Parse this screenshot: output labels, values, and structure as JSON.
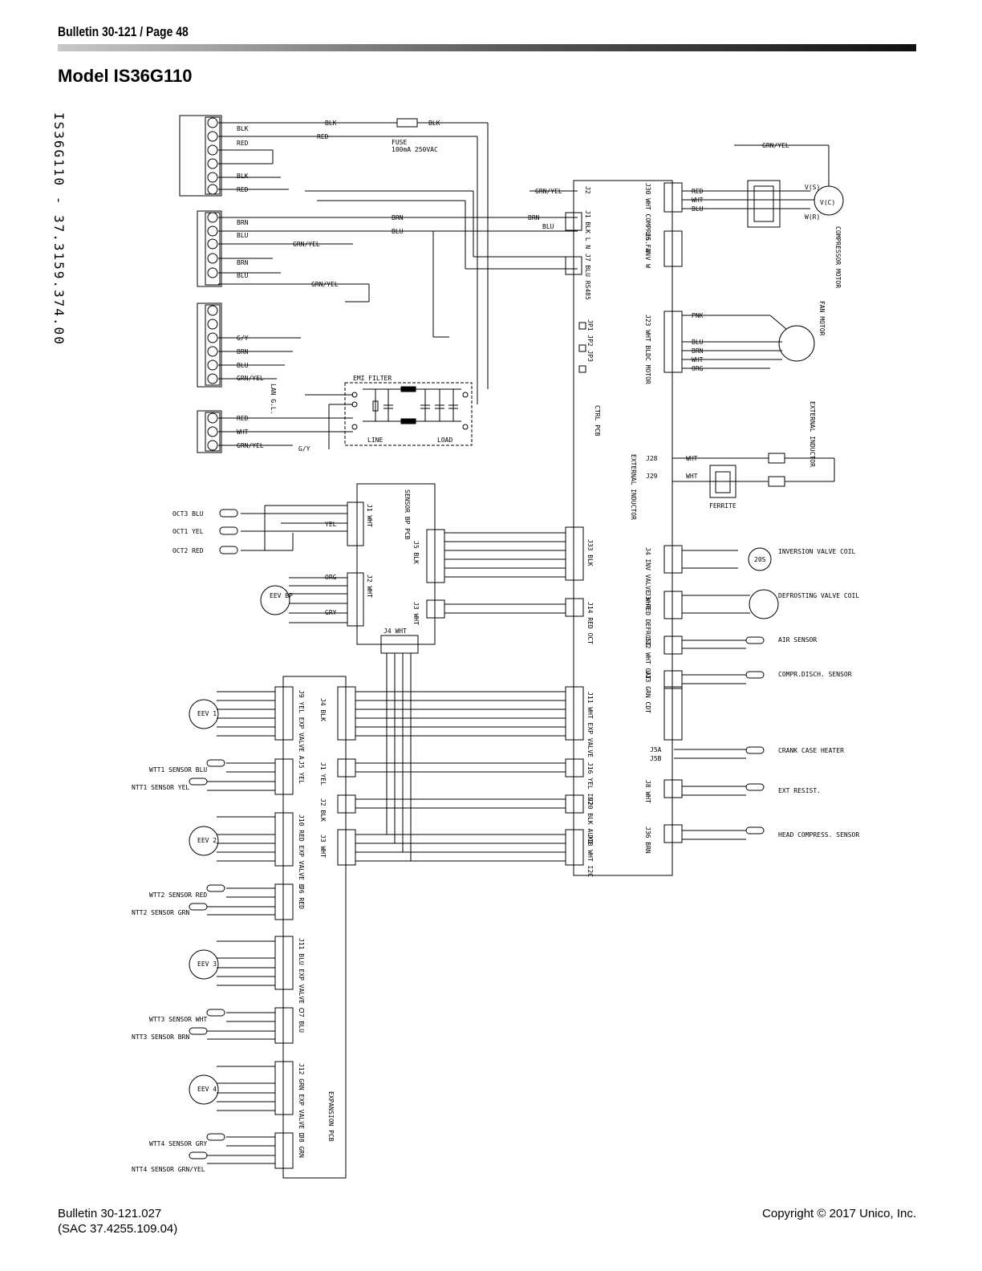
{
  "header": {
    "bulletin_page": "Bulletin 30-121 / Page 48"
  },
  "title": "Model IS36G110",
  "drawing_number": "IS36G110 - 37.3159.374.00",
  "footer": {
    "left_line1": "Bulletin 30-121.027",
    "left_line2": "(SAC 37.4255.109.04)",
    "right": "Copyright © 2017 Unico, Inc."
  },
  "diagram": {
    "top": {
      "fuse": "FUSE",
      "fuse_rating": "100mA 250VAC",
      "grn_yel": "GRN/YEL",
      "blk": "BLK",
      "red": "RED",
      "brn": "BRN",
      "blu": "BLU",
      "gy": "G/Y",
      "wht": "WHT",
      "emi_filter": "EMI FILTER",
      "line": "LINE",
      "load": "LOAD",
      "lan_gl": "LAN G.L.",
      "ctrl_pcb": "CTRL PCB",
      "j1": "J1 BLK L N",
      "j2": "J2",
      "j7": "J7 BLU RS485",
      "j30": "J30 WHT COMPRES. U V W",
      "j6": "J6 FAN",
      "jp": "JP1 JP2 JP3",
      "j23": "J23 WHT BLDC MOTOR",
      "compressor_motor": "COMPRESSOR MOTOR",
      "fan_motor": "FAN MOTOR",
      "external_inductor": "EXTERNAL INDUCTOR",
      "j28": "J28",
      "j29": "J29",
      "ext_inductor_lbl": "EXTERNAL INDUCTOR",
      "ferrite": "FERRITE",
      "pnk": "PNK",
      "org": "ORG",
      "vs": "V(S)",
      "vc": "V(C)",
      "wr": "W(R)"
    },
    "sensor_pcb": {
      "label": "SENSOR BP PCB",
      "j1_wht": "J1 WHT",
      "j2_wht": "J2 WHT",
      "j3_wht": "J3 WHT",
      "j4_wht": "J4 WHT",
      "j5_blk": "J5 BLK",
      "oct3": "OCT3 BLU",
      "oct1": "OCT1 YEL",
      "oct2": "OCT2 RED",
      "eev": "EEV BP",
      "yel": "YEL",
      "org": "ORG",
      "gry": "GRY"
    },
    "right": {
      "j33": "J33 BLK",
      "j4_inv": "J4 INV VALVE WHT",
      "inversion": "INVERSION VALVE COIL",
      "s20": "20S",
      "j3_defrost": "J3 RED DEFROST",
      "defrost": "DEFROSTING VALVE COIL",
      "j14": "J14 RED OCT",
      "j12": "J12 WHT OAT",
      "air_sensor": "AIR SENSOR",
      "j13": "J13 GRN CDT",
      "compr_disch": "COMPR.DISCH. SENSOR",
      "j11": "J11 WHT EXP VALVE",
      "j5a": "J5A",
      "j5b": "J5B",
      "crank": "CRANK CASE HEATER",
      "j8": "J8 WHT",
      "ext_resist": "EXT RESIST.",
      "j16": "J16 YEL IN2",
      "j20": "J20 BLK AUX1",
      "j18": "J18 WHT I2C",
      "j36": "J36 BRN",
      "head_compress": "HEAD COMPRESS. SENSOR"
    },
    "expansion": {
      "label": "EXPANSION PCB",
      "j9": "J9 YEL EXP VALVE A",
      "j10": "J10 RED EXP VALVE B",
      "j11": "J11 BLU EXP VALVE C",
      "j12": "J12 GRN EXP VALVE D",
      "j5": "J5 YEL",
      "j6": "J6 RED",
      "j7": "J7 BLU",
      "j8": "J8 GRN",
      "j4blk": "J4 BLK",
      "j1yel": "J1 YEL",
      "j2blk": "J2 BLK",
      "j3wht": "J3 WHT",
      "eev1": "EEV 1",
      "eev2": "EEV 2",
      "eev3": "EEV 3",
      "eev4": "EEV 4",
      "wtt1": "WTT1 SENSOR BLU",
      "ntt1": "NTT1 SENSOR YEL",
      "wtt2": "WTT2 SENSOR RED",
      "ntt2": "NTT2 SENSOR GRN",
      "wtt3": "WTT3 SENSOR WHT",
      "ntt3": "NTT3 SENSOR BRN",
      "wtt4": "WTT4 SENSOR GRY",
      "ntt4": "NTT4 SENSOR GRN/YEL"
    }
  }
}
